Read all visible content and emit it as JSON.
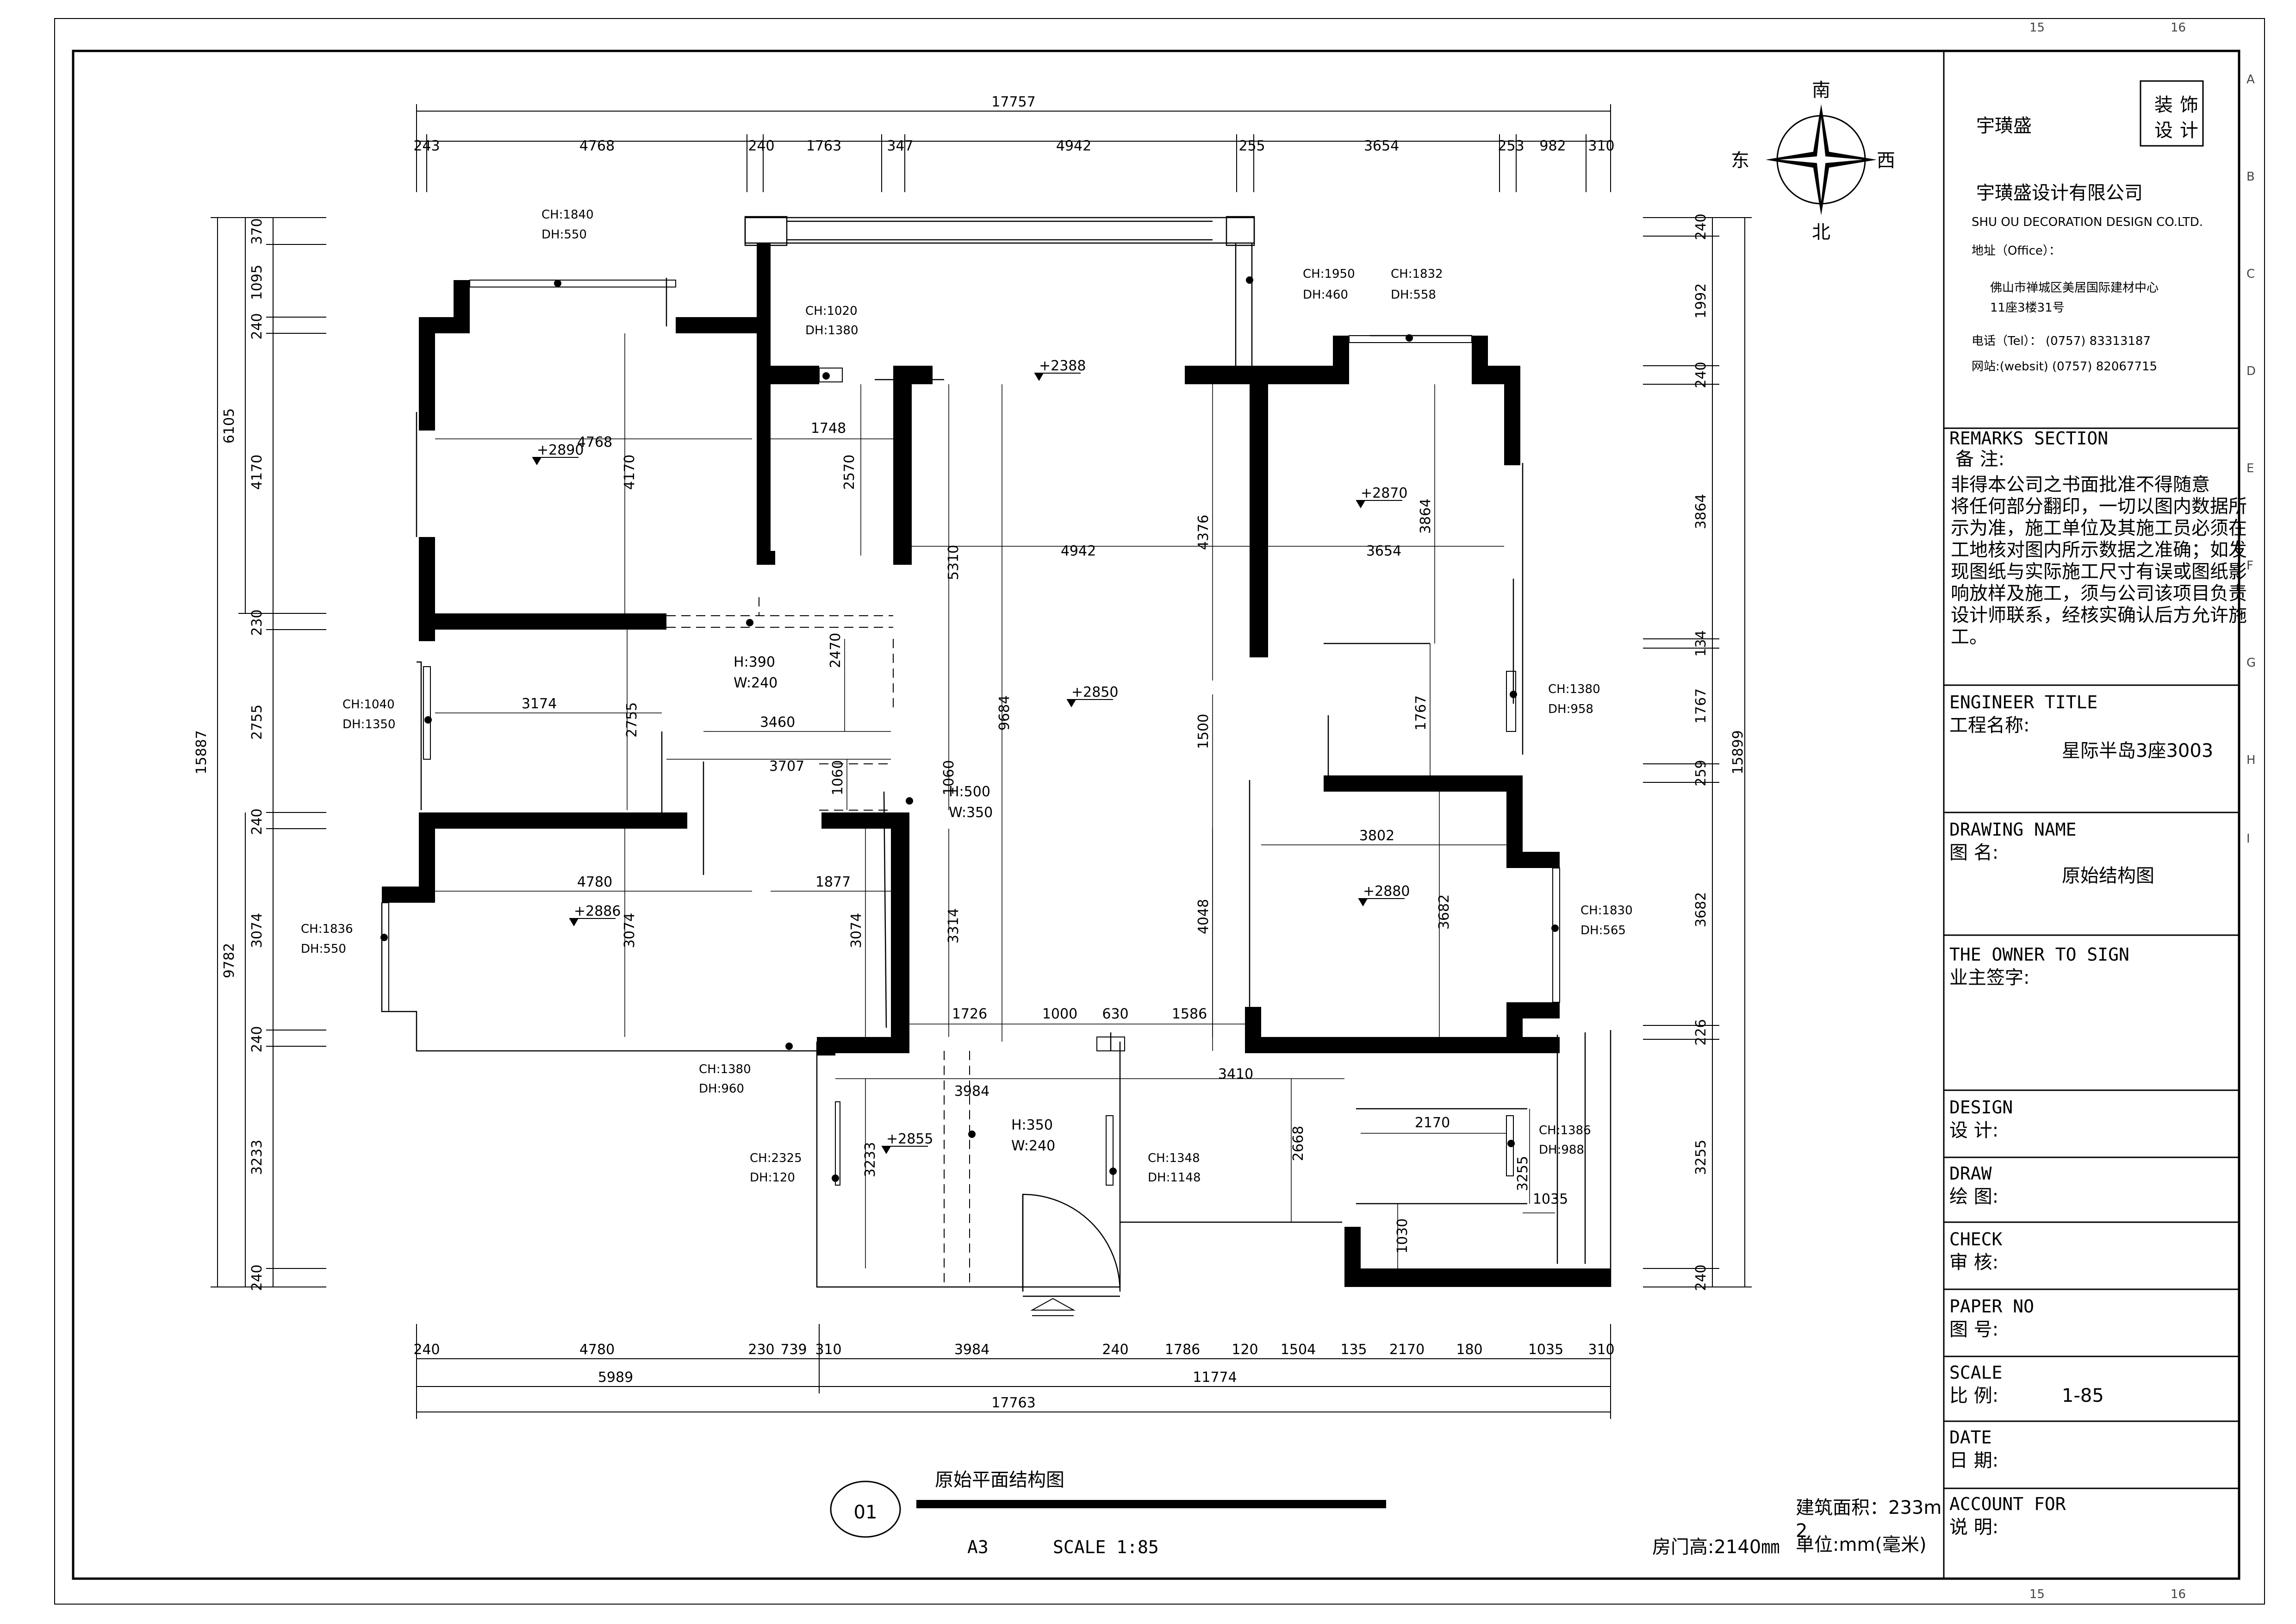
{
  "sheet": {
    "grid_top": [
      "15",
      "16"
    ],
    "grid_bottom": [
      "15",
      "16"
    ],
    "grid_side": [
      "A",
      "B",
      "C",
      "D",
      "E",
      "F",
      "G",
      "H",
      "I"
    ]
  },
  "compass": {
    "south": "南",
    "north": "北",
    "east": "东",
    "west": "西"
  },
  "dims_top_total": "17757",
  "dims_top": [
    "243",
    "4768",
    "240",
    "1763",
    "347",
    "4942",
    "255",
    "3654",
    "253",
    "982",
    "310"
  ],
  "dims_bottom": [
    "240",
    "4780",
    "230",
    "739",
    "310",
    "3984",
    "240",
    "1786",
    "120",
    "1504",
    "135",
    "2170",
    "180",
    "1035",
    "310"
  ],
  "dims_bottom_sub": [
    "5989",
    "11774"
  ],
  "dims_bottom_total": "17763",
  "dims_left": [
    "370",
    "1095",
    "240",
    "4170",
    "230",
    "2755",
    "240",
    "3074",
    "240",
    "3233",
    "240"
  ],
  "dims_left_group": [
    "6105",
    "9782"
  ],
  "dims_left_total": "15887",
  "dims_right": [
    "240",
    "1992",
    "240",
    "3864",
    "134",
    "1767",
    "259",
    "3682",
    "226",
    "3255",
    "240"
  ],
  "dims_right_total": "15899",
  "interior_dims": [
    "4768",
    "4170",
    "1748",
    "2570",
    "4942",
    "5310",
    "4376",
    "3654",
    "3864",
    "3174",
    "2755",
    "3460",
    "3707",
    "2470",
    "1060",
    "1060",
    "9684",
    "1500",
    "1767",
    "4780",
    "3074",
    "1877",
    "3074",
    "3314",
    "4048",
    "3802",
    "3682",
    "1726",
    "1000",
    "630",
    "1586",
    "3984",
    "3410",
    "3233",
    "2668",
    "2170",
    "3255",
    "1035",
    "1030"
  ],
  "heights": [
    "+2890",
    "+2388",
    "+2870",
    "+2850",
    "+2886",
    "+2880",
    "+2855"
  ],
  "openings": [
    {
      "ch": "CH:1840",
      "dh": "DH:550"
    },
    {
      "ch": "CH:1020",
      "dh": "DH:1380"
    },
    {
      "ch": "CH:1950",
      "dh": "DH:460"
    },
    {
      "ch": "CH:1832",
      "dh": "DH:558"
    },
    {
      "ch": "CH:1040",
      "dh": "DH:1350"
    },
    {
      "ch": "CH:1380",
      "dh": "DH:958"
    },
    {
      "ch": "CH:1836",
      "dh": "DH:550"
    },
    {
      "ch": "CH:1830",
      "dh": "DH:565"
    },
    {
      "ch": "CH:1380",
      "dh": "DH:960"
    },
    {
      "ch": "CH:2325",
      "dh": "DH:120"
    },
    {
      "ch": "CH:1348",
      "dh": "DH:1148"
    },
    {
      "ch": "CH:1386",
      "dh": "DH:988"
    }
  ],
  "beams": [
    {
      "h": "H:390",
      "w": "W:240"
    },
    {
      "h": "H:500",
      "w": "W:350"
    },
    {
      "h": "H:350",
      "w": "W:240"
    }
  ],
  "drawing_title": {
    "number": "01",
    "name": "原始平面结构图",
    "paper": "A3",
    "scale": "SCALE 1:85",
    "door_height": "房门高:2140㎜",
    "area": "建筑面积：233m",
    "area_sup": "2",
    "unit": "单位:mm(毫米)"
  },
  "title_block": {
    "company_logo": "宇璜盛",
    "stamp": [
      "装",
      "饰",
      "设",
      "计"
    ],
    "company_cn": "宇璜盛设计有限公司",
    "company_en": "SHU OU DECORATION DESIGN CO.LTD.",
    "address_label": "地址（Office）：",
    "address_lines": [
      "佛山市禅城区美居国际建材中心",
      "11座3楼31号"
    ],
    "tel": "电话（Tel）：    (0757) 83313187",
    "web": "网站:(websit)    (0757) 82067715",
    "remarks_en": "REMARKS SECTION",
    "remarks_cn": "备  注:",
    "remarks_text": [
      "    非得本公司之书面批准不得随意",
      "将任何部分翻印，一切以图内数据所",
      "示为准，施工单位及其施工员必须在",
      "工地核对图内所示数据之准确；如发",
      "现图纸与实际施工尺寸有误或图纸影",
      "响放样及施工，须与公司该项目负责",
      "设计师联系，经核实确认后方允许施",
      "工。"
    ],
    "engineer_en": "ENGINEER TITLE",
    "engineer_cn": "工程名称:",
    "project_name": "星际半岛3座3003",
    "drawing_en": "DRAWING NAME",
    "drawing_cn": "图   名:",
    "drawing_name": "原始结构图",
    "owner_en": "THE OWNER TO SIGN",
    "owner_cn": "业主签字:",
    "design_en": "DESIGN",
    "design_cn": "设 计:",
    "draw_en": "DRAW",
    "draw_cn": "绘 图:",
    "check_en": "CHECK",
    "check_cn": "审 核:",
    "paper_en": "PAPER NO",
    "paper_cn": "图 号:",
    "scale_en": "SCALE",
    "scale_cn": "比 例:",
    "scale_value": "1-85",
    "date_en": "DATE",
    "date_cn": "日 期:",
    "account_en": "ACCOUNT FOR",
    "account_cn": "说   明:"
  }
}
